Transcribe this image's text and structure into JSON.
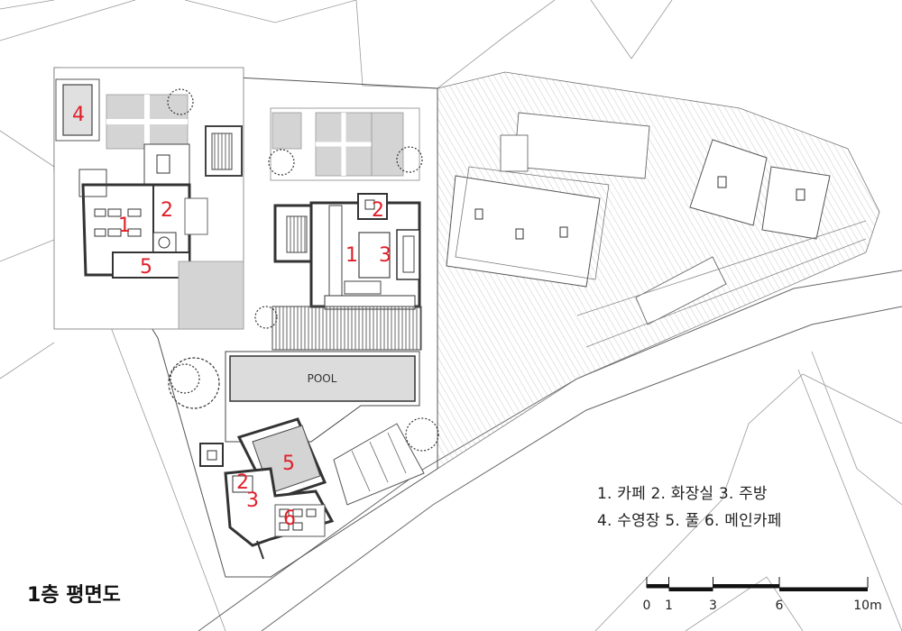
{
  "title": "1층 평면도",
  "pool_label": "POOL",
  "legend": {
    "line1": "1. 카페  2. 화장실  3. 주방",
    "line2": "4. 수영장  5. 풀  6. 메인카페"
  },
  "room_numbers": {
    "west_pool": "4",
    "west_cafe": "1",
    "west_toilet": "2",
    "west_pool_deck": "5",
    "main_cafe_seating": "1",
    "main_toilet": "2",
    "main_kitchen": "3",
    "south_pool": "5",
    "south_toilet": "2",
    "south_kitchen": "3",
    "south_main_cafe": "6"
  },
  "scale_bar": {
    "ticks": [
      "0",
      "1",
      "3",
      "6",
      "10m"
    ],
    "values": [
      0,
      1,
      3,
      6,
      10
    ]
  },
  "colors": {
    "label_red": "#e0202a",
    "line": "#4a4a4a",
    "fill_gray": "#d4d4d4"
  }
}
